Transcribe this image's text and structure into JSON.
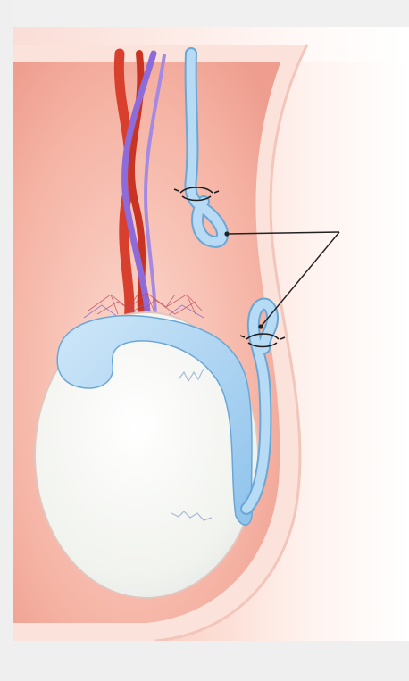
{
  "diagram": {
    "labels": [],
    "callout_lines": 2,
    "structures": [
      "testis",
      "epididymis",
      "spermatic-cord-vessels",
      "vas-deferens-upper-segment",
      "vas-deferens-lower-segment",
      "ligature-upper",
      "ligature-lower"
    ]
  },
  "colors": {
    "skin": "#f7c9bd",
    "skin_deep": "#ec9b8c",
    "testis": "#f3f4ef",
    "duct": "#a9d3f1",
    "duct_outline": "#5a9bd0",
    "artery": "#d8402d",
    "vein": "#8d6bd8",
    "callout": "#222222"
  }
}
